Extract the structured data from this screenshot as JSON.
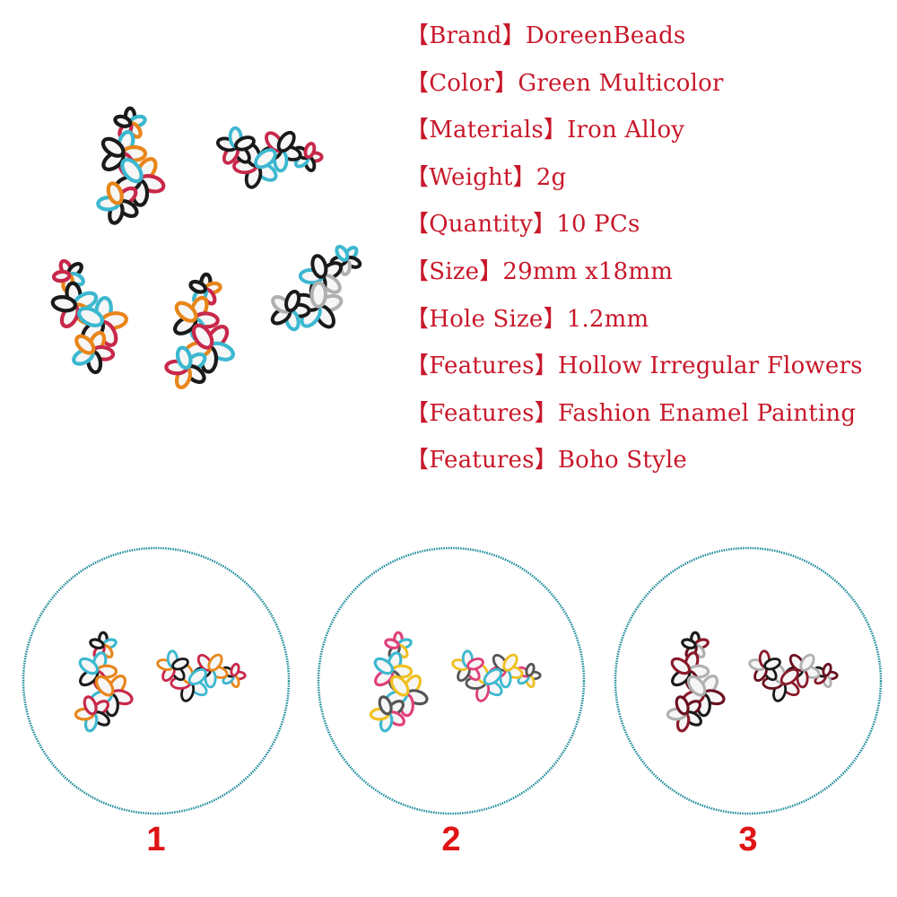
{
  "specs": [
    {
      "key": "Brand",
      "value": "DoreenBeads"
    },
    {
      "key": "Color",
      "value": "Green Multicolor"
    },
    {
      "key": "Materials",
      "value": "Iron Alloy"
    },
    {
      "key": "Weight",
      "value": "2g"
    },
    {
      "key": "Quantity",
      "value": "10 PCs"
    },
    {
      "key": "Size",
      "value": "29mm x18mm"
    },
    {
      "key": "Hole Size",
      "value": "1.2mm"
    },
    {
      "key": "Features",
      "value": "Hollow Irregular Flowers"
    },
    {
      "key": "Features",
      "value": "Fashion Enamel Painting"
    },
    {
      "key": "Features",
      "value": "Boho Style"
    }
  ],
  "variants": [
    {
      "number": "1",
      "colors": [
        "#1a1a1a",
        "#3cb8d0",
        "#e8861a",
        "#c8284a"
      ]
    },
    {
      "number": "2",
      "colors": [
        "#e0407a",
        "#3cb8d0",
        "#f0c020",
        "#555555"
      ]
    },
    {
      "number": "3",
      "colors": [
        "#1a1a1a",
        "#8a1a2a",
        "#b0b0b0",
        "#6a1020"
      ]
    }
  ],
  "colors": {
    "text": "#c8182a",
    "number": "#e01414",
    "circle_border": "#1a8a9a"
  }
}
